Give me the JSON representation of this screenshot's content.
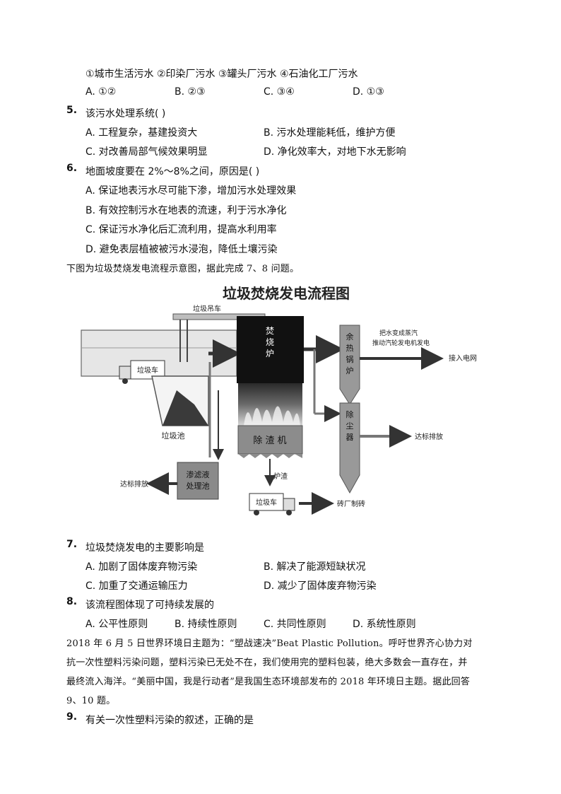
{
  "q4_items": "①城市生活污水  ②印染厂污水  ③罐头厂污水  ④石油化工厂污水",
  "q4_options": [
    "A. ①②",
    "B. ②③",
    "C. ③④",
    "D. ①③"
  ],
  "q5": {
    "num": "5.",
    "stem": "该污水处理系统( )",
    "options": [
      "A. 工程复杂，基建投资大",
      "B. 污水处理能耗低，维护方便",
      "C. 对改善局部气候效果明显",
      "D. 净化效率大，对地下水无影响"
    ]
  },
  "q6": {
    "num": "6.",
    "stem": "地面坡度要在 2%～8%之间，原因是( )",
    "options": [
      "A. 保证地表污水尽可能下渗，增加污水处理效果",
      "B. 有效控制污水在地表的流速，利于污水净化",
      "C. 保证污水净化后汇流利用，提高水利用率",
      "D. 避免表层植被被污水浸泡，降低土壤污染"
    ]
  },
  "intro78": "下图为垃圾焚烧发电流程示意图，据此完成 7、8 问题。",
  "diagram": {
    "title": "垃圾焚烧发电流程图",
    "crane": "垃圾吊车",
    "truck1": "垃圾车",
    "pit": "垃圾池",
    "furnace": [
      "焚",
      "烧",
      "炉"
    ],
    "boiler": [
      "余",
      "热",
      "锅",
      "炉"
    ],
    "boiler_note1": "把水变成蒸汽",
    "boiler_note2": "推动汽轮发电机发电",
    "grid": "接入电网",
    "slag_machine": "除 渣 机",
    "dust": [
      "除",
      "尘",
      "器"
    ],
    "emission2": "达标排放",
    "leachate1": "渗滤液",
    "leachate2": "处理池",
    "emission1": "达标排放",
    "slag": "炉渣",
    "truck2": "垃圾车",
    "brick": "砖厂制砖"
  },
  "q7": {
    "num": "7.",
    "stem": "垃圾焚烧发电的主要影响是",
    "options": [
      "A. 加剧了固体废弃物污染",
      "B. 解决了能源短缺状况",
      "C. 加重了交通运输压力",
      "D. 减少了固体废弃物污染"
    ]
  },
  "q8": {
    "num": "8.",
    "stem": "该流程图体现了可持续发展的",
    "options": [
      "A. 公平性原则",
      "B. 持续性原则",
      "C. 共同性原则",
      "D. 系统性原则"
    ]
  },
  "intro910": [
    "2018 年 6 月 5 日世界环境日主题为：“塑战速决”Beat Plastic Pollution。呼吁世界齐心协力对",
    "抗一次性塑料污染问题，塑料污染已无处不在，我们使用完的塑料包装，绝大多数会一直存在，并",
    "最终流入海洋。“美丽中国，我是行动者”是我国生态环境部发布的 2018 年环境日主题。据此回答",
    "9、10 题。"
  ],
  "q9": {
    "num": "9.",
    "stem": "有关一次性塑料污染的叙述，正确的是"
  }
}
